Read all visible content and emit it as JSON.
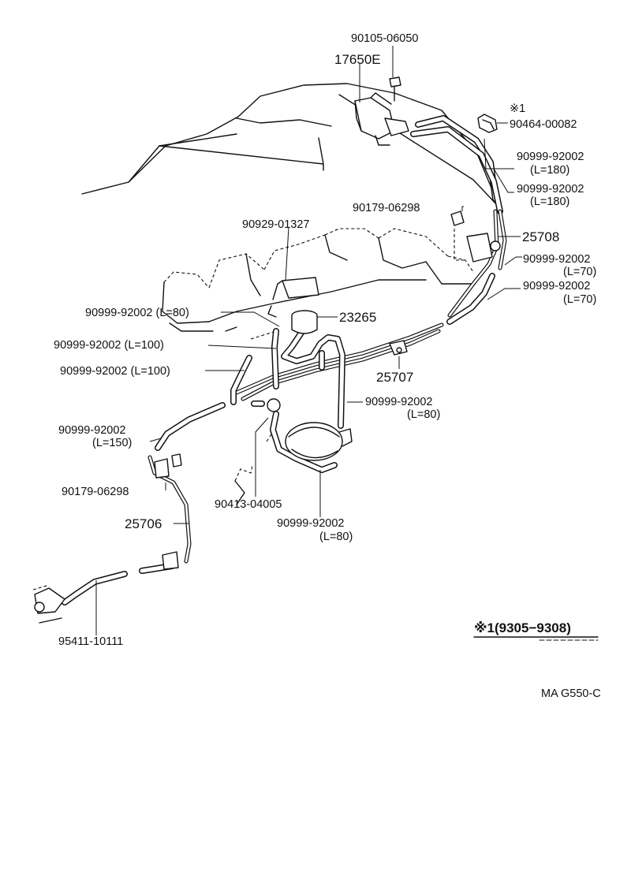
{
  "labels": {
    "p_90105_06050": "90105-06050",
    "p_17650E": "17650E",
    "p_90464_00082_mark": "※1",
    "p_90464_00082": "90464-00082",
    "p_hose_180a": "90999-92002",
    "p_hose_180a_len": "(L=180)",
    "p_hose_180b": "90999-92002",
    "p_hose_180b_len": "(L=180)",
    "p_90179_06298_top": "90179-06298",
    "p_90929_01327": "90929-01327",
    "p_25708": "25708",
    "p_hose_70a": "90999-92002",
    "p_hose_70a_len": "(L=70)",
    "p_hose_70b": "90999-92002",
    "p_hose_70b_len": "(L=70)",
    "p_hose_80_left": "90999-92002 (L=80)",
    "p_23265": "23265",
    "p_hose_100a": "90999-92002 (L=100)",
    "p_hose_100b": "90999-92002 (L=100)",
    "p_25707": "25707",
    "p_hose_80_mid": "90999-92002",
    "p_hose_80_mid_len": "(L=80)",
    "p_hose_150": "90999-92002",
    "p_hose_150_len": "(L=150)",
    "p_90179_06298_bottom": "90179-06298",
    "p_90413_04005": "90413-04005",
    "p_25706": "25706",
    "p_hose_80_bottom": "90999-92002",
    "p_hose_80_bottom_len": "(L=80)",
    "p_95411_10111": "95411-10111",
    "note_range": "※1(9305−9308)",
    "diagram_code": "MA  G550-C"
  }
}
